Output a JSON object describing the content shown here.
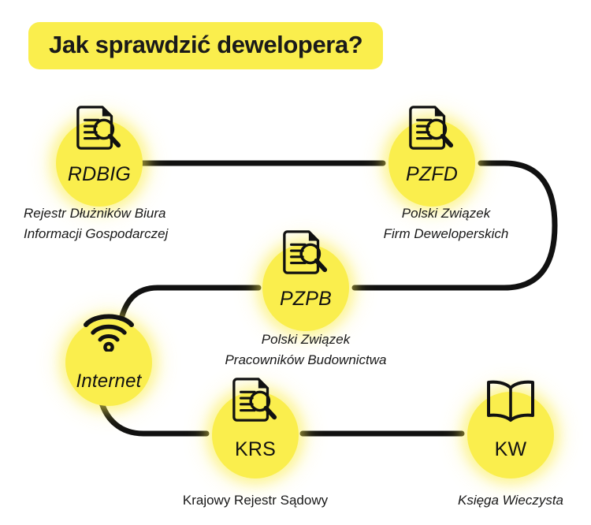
{
  "title": {
    "text": "Jak sprawdzić dewelopera?",
    "badge_color": "#FAEE4D",
    "text_color": "#1a1a1a"
  },
  "theme": {
    "accent": "#FAEE4D",
    "line": "#111111",
    "background": "#FFFFFF",
    "text": "#181818"
  },
  "nodes": [
    {
      "id": "rdbig",
      "label": "RDBIG",
      "icon": "document-search-icon",
      "caption": "Rejestr Dłużników Biura\nInformacji Gospodarczej"
    },
    {
      "id": "pzfd",
      "label": "PZFD",
      "icon": "document-search-icon",
      "caption": "Polski Związek\nFirm Deweloperskich"
    },
    {
      "id": "pzpb",
      "label": "PZPB",
      "icon": "document-search-icon",
      "caption": "Polski Związek\nPracowników Budownictwa"
    },
    {
      "id": "internet",
      "label": "Internet",
      "icon": "wifi-icon",
      "caption": ""
    },
    {
      "id": "krs",
      "label": "KRS",
      "icon": "document-search-icon",
      "caption": "Krajowy Rejestr Sądowy"
    },
    {
      "id": "kw",
      "label": "KW",
      "icon": "open-book-icon",
      "caption": "Księga Wieczysta"
    }
  ],
  "connections": [
    {
      "from": "rdbig",
      "to": "pzfd"
    },
    {
      "from": "pzfd",
      "to": "pzpb"
    },
    {
      "from": "pzpb",
      "to": "internet"
    },
    {
      "from": "internet",
      "to": "krs"
    },
    {
      "from": "krs",
      "to": "kw"
    }
  ]
}
